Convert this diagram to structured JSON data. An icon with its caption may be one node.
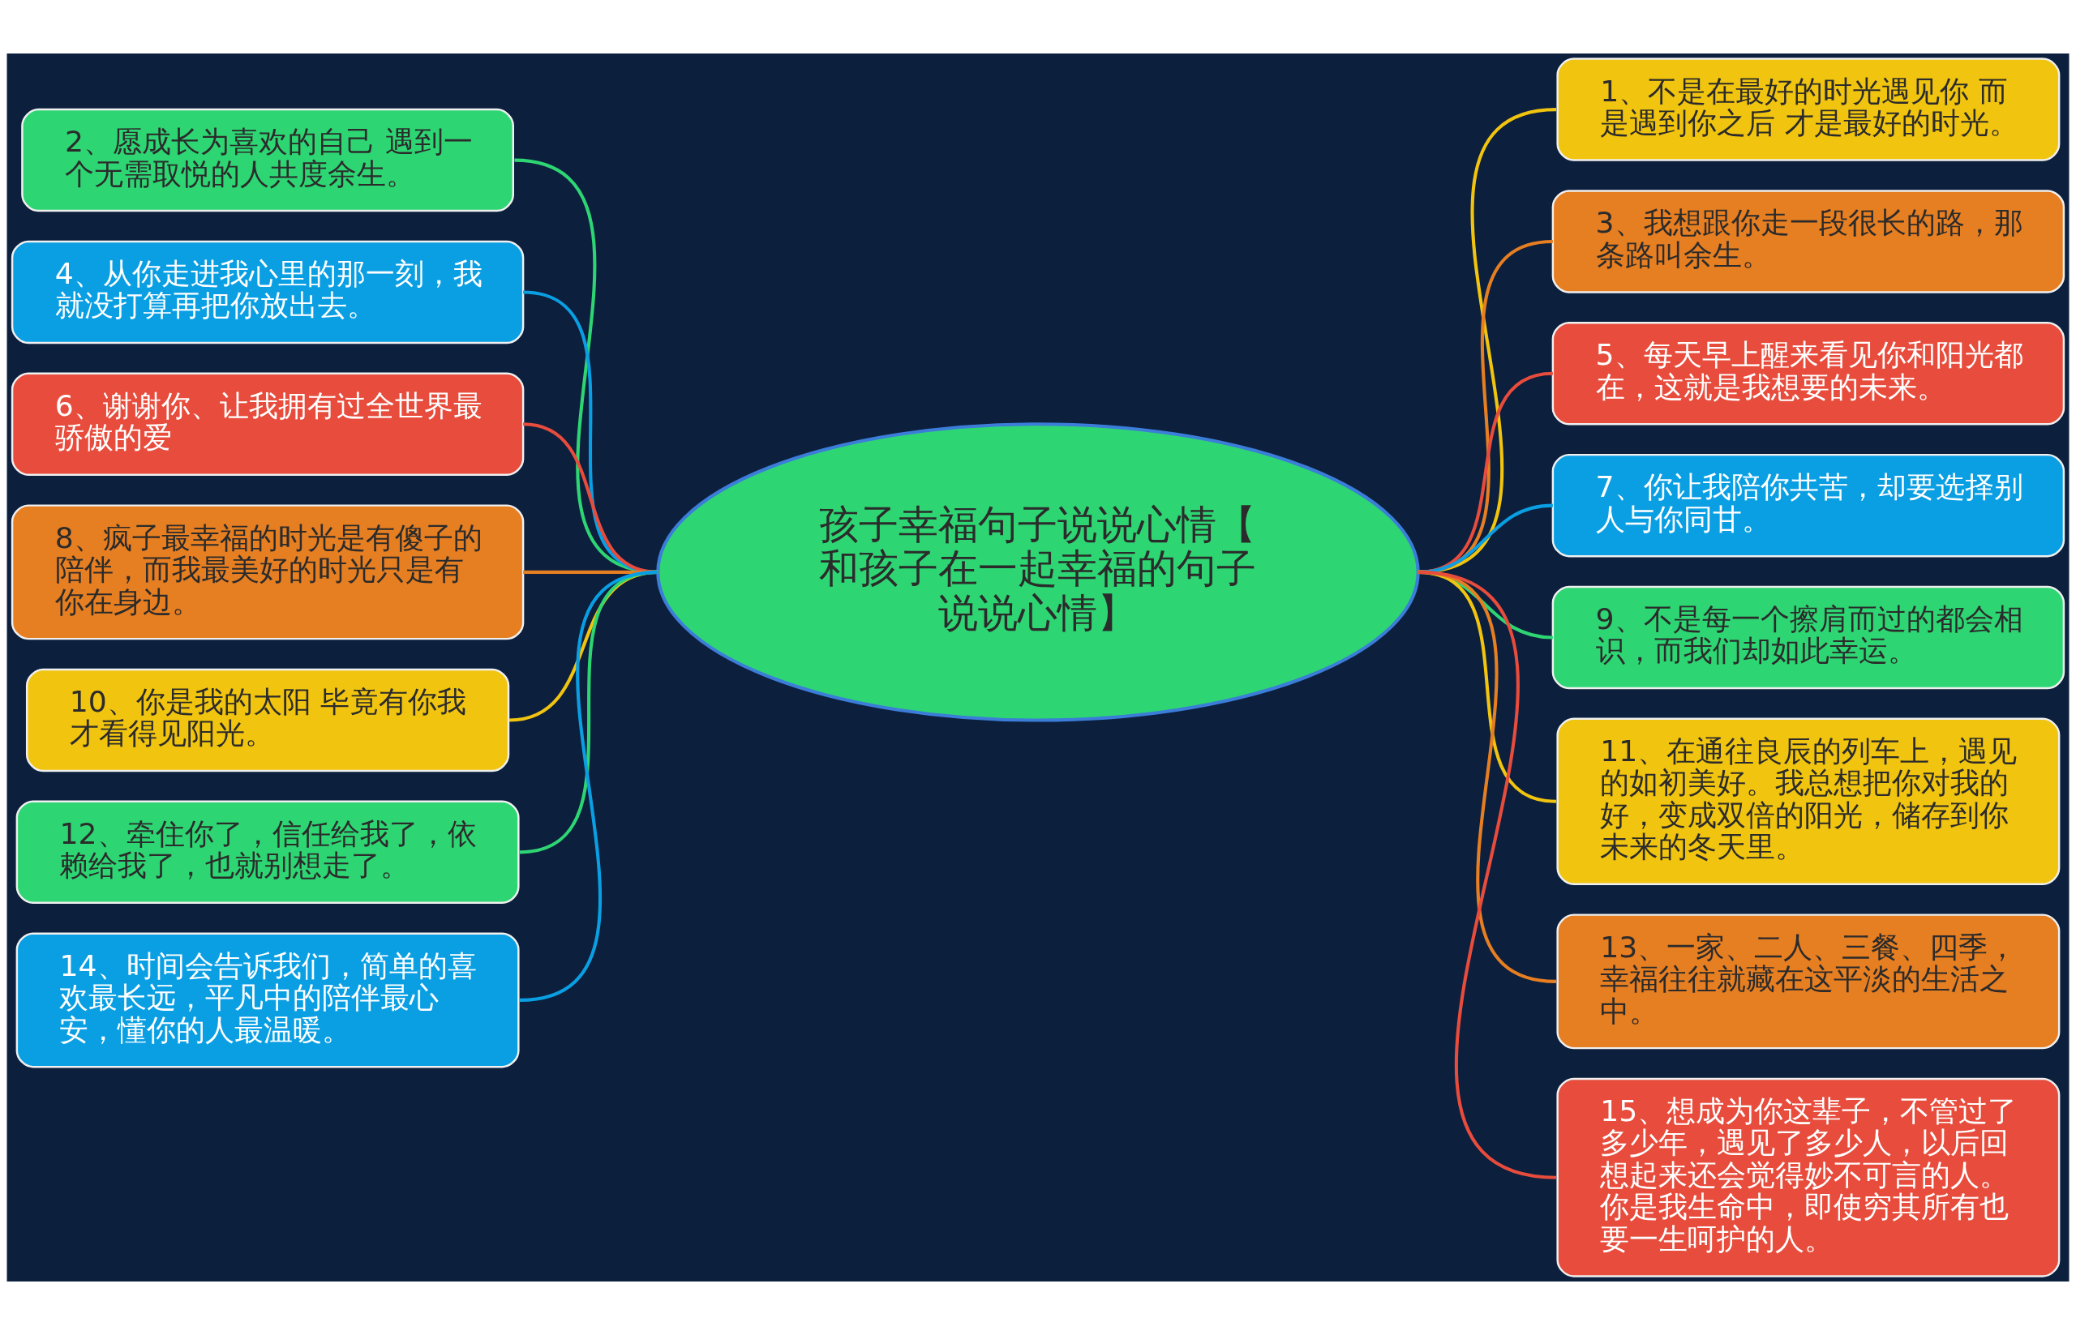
{
  "diagram": {
    "nodes": [
      {
        "text": [
          "孩子幸福句子说说心情【和孩子在一起幸福的句子说说心情】"
        ]
      },
      {
        "text": [
          "1、不是在最好的时光遇见你 而是遇到你之后 才是最好的时光。"
        ]
      },
      {
        "text": [
          "2、愿成长为喜欢的自己 遇到一个无需取悦的人共度余生。"
        ]
      },
      {
        "text": [
          "3、我想跟你走一段很长的路，那条路叫余生。"
        ]
      },
      {
        "text": [
          "4、从你走进我心里的那一刻，我就没打算再把你放出去。"
        ]
      },
      {
        "text": [
          "5、每天早上醒来看见你和阳光都在，这就是我想要的未来。"
        ]
      },
      {
        "text": [
          "6、谢谢你、让我拥有过全世界最骄傲的爱"
        ]
      },
      {
        "text": [
          "7、你让我陪你共苦，却要选择别人与你同甘。"
        ]
      },
      {
        "text": [
          "8、疯子最幸福的时光是有傻子的陪伴，而我最美好的时光只是有你在身边。"
        ]
      },
      {
        "text": [
          "9、不是每一个擦肩而过的都会相识，而我们却如此幸运。"
        ]
      },
      {
        "text": [
          "10、你是我的太阳 毕竟有你我才看得见阳光。"
        ]
      },
      {
        "text": [
          "11、在通往良辰的列车上，遇见的如初美好。我总想把你对我的好，变成双倍的阳光，储存到你未来的冬天里。"
        ]
      },
      {
        "text": [
          "12、牵住你了，信任给我了，依赖给我了，也就别想走了。"
        ]
      },
      {
        "text": [
          "13、一家、二人、三餐、四季，幸福往往就藏在这平淡的生活之中。"
        ]
      },
      {
        "text": [
          "14、时间会告诉我们，简单的喜欢最长远，平凡中的陪伴最心安，懂你的人最温暖。"
        ]
      },
      {
        "text": [
          "15、想成为你这辈子，不管过了多少年，遇见了多少人，以后回想起来还会觉得妙不可言的人。你是我生命中，即使穷其所有也要一生呵护的人。"
        ]
      }
    ],
    "edges": [
      {
        "from": 0,
        "to": 1,
        "arrow": "none",
        "color": "#f1c40f"
      },
      {
        "from": 0,
        "to": 2,
        "arrow": "none",
        "color": "#2ed573"
      },
      {
        "from": 0,
        "to": 3,
        "arrow": "none",
        "color": "#e67e22"
      },
      {
        "from": 0,
        "to": 4,
        "arrow": "none",
        "color": "#0a9fe3"
      },
      {
        "from": 0,
        "to": 5,
        "arrow": "none",
        "color": "#e74c3c"
      },
      {
        "from": 0,
        "to": 6,
        "arrow": "none",
        "color": "#e74c3c"
      },
      {
        "from": 0,
        "to": 7,
        "arrow": "none",
        "color": "#0a9fe3"
      },
      {
        "from": 0,
        "to": 8,
        "arrow": "none",
        "color": "#e67e22"
      },
      {
        "from": 0,
        "to": 9,
        "arrow": "none",
        "color": "#2ed573"
      },
      {
        "from": 0,
        "to": 10,
        "arrow": "none",
        "color": "#f1c40f"
      },
      {
        "from": 0,
        "to": 11,
        "arrow": "none",
        "color": "#f1c40f"
      },
      {
        "from": 0,
        "to": 12,
        "arrow": "none",
        "color": "#2ed573"
      },
      {
        "from": 0,
        "to": 13,
        "arrow": "none",
        "color": "#e67e22"
      },
      {
        "from": 0,
        "to": 14,
        "arrow": "none",
        "color": "#0a9fe3"
      },
      {
        "from": 0,
        "to": 15,
        "arrow": "none",
        "color": "#e74c3c"
      }
    ]
  }
}
